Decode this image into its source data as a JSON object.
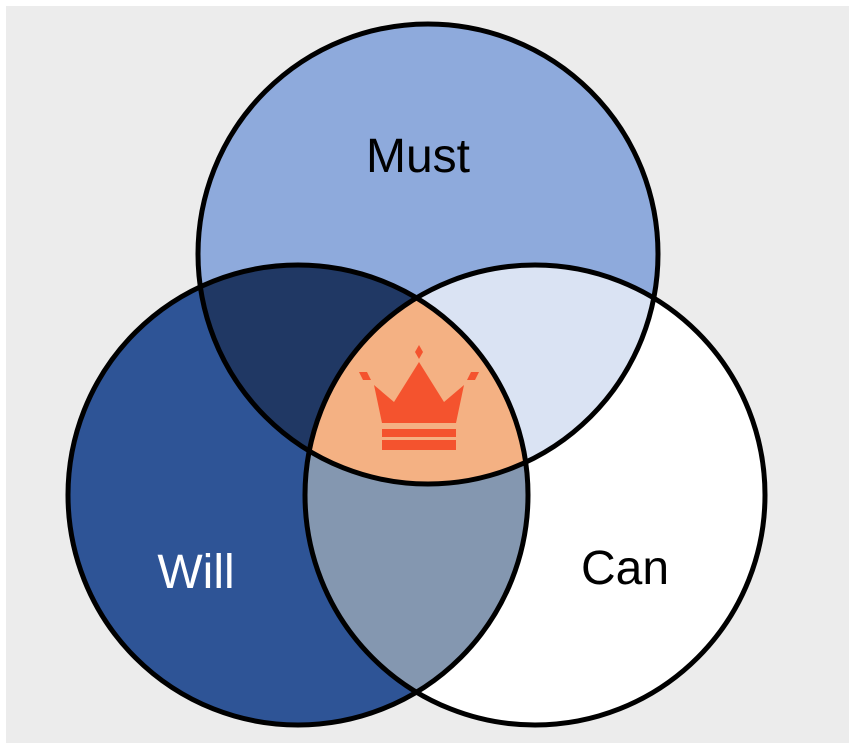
{
  "diagram": {
    "sets": [
      {
        "id": "must",
        "label": "Must",
        "fill": "#8eaadc",
        "label_color": "#000000"
      },
      {
        "id": "will",
        "label": "Will",
        "fill": "#2e5496",
        "label_color": "#ffffff"
      },
      {
        "id": "can",
        "label": "Can",
        "fill": "#ffffff",
        "label_color": "#000000"
      }
    ],
    "intersections": {
      "must_will": "#203864",
      "must_can": "#dae3f3",
      "will_can": "#8497b0",
      "all_three": "#f4b183"
    },
    "center_icon": {
      "name": "crown-icon",
      "color": "#f4532e"
    },
    "outline_color": "#000000",
    "background_color": "#ececec"
  }
}
